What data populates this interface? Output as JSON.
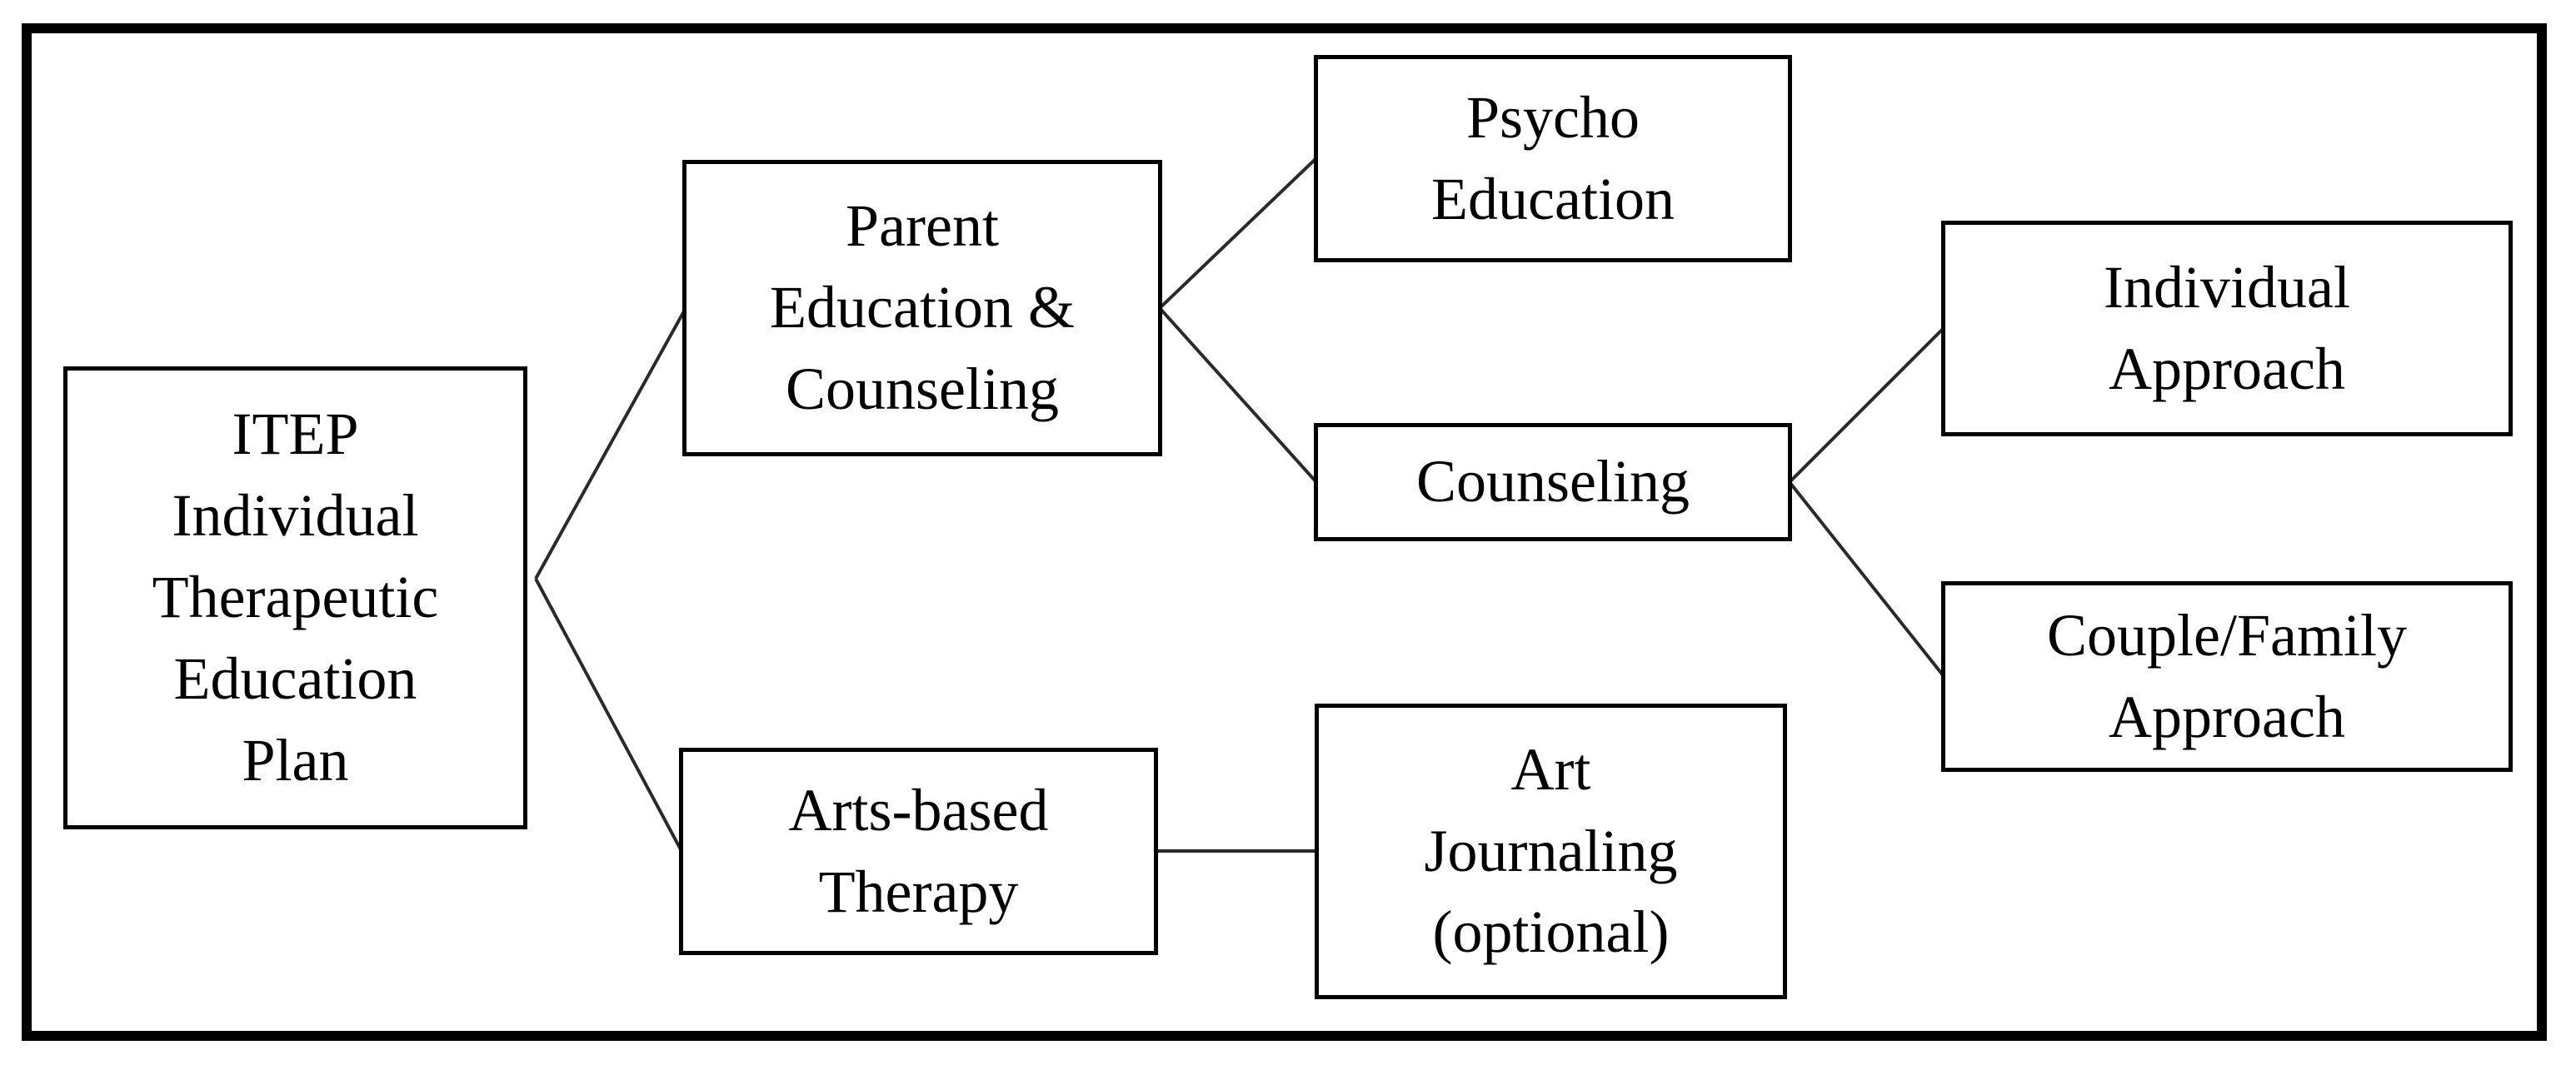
{
  "diagram": {
    "nodes": {
      "itep": {
        "label": "ITEP\nIndividual\nTherapeutic\nEducation\nPlan"
      },
      "parent_education_counseling": {
        "label": "Parent\nEducation &\nCounseling"
      },
      "arts_based_therapy": {
        "label": "Arts-based\nTherapy"
      },
      "psycho_education": {
        "label": "Psycho\nEducation"
      },
      "counseling": {
        "label": "Counseling"
      },
      "art_journaling": {
        "label": "Art\nJournaling\n(optional)"
      },
      "individual_approach": {
        "label": "Individual\nApproach"
      },
      "couple_family_approach": {
        "label": "Couple/Family\nApproach"
      }
    },
    "edges": [
      {
        "from": "itep",
        "to": "parent_education_counseling"
      },
      {
        "from": "itep",
        "to": "arts_based_therapy"
      },
      {
        "from": "parent_education_counseling",
        "to": "psycho_education"
      },
      {
        "from": "parent_education_counseling",
        "to": "counseling"
      },
      {
        "from": "counseling",
        "to": "individual_approach"
      },
      {
        "from": "counseling",
        "to": "couple_family_approach"
      },
      {
        "from": "arts_based_therapy",
        "to": "art_journaling"
      }
    ],
    "colors": {
      "background": "#ffffff",
      "frame_border": "#000000",
      "box_border": "#000000",
      "box_fill": "#ffffff",
      "text": "#000000",
      "connector_line": "#2a2a2a"
    }
  }
}
